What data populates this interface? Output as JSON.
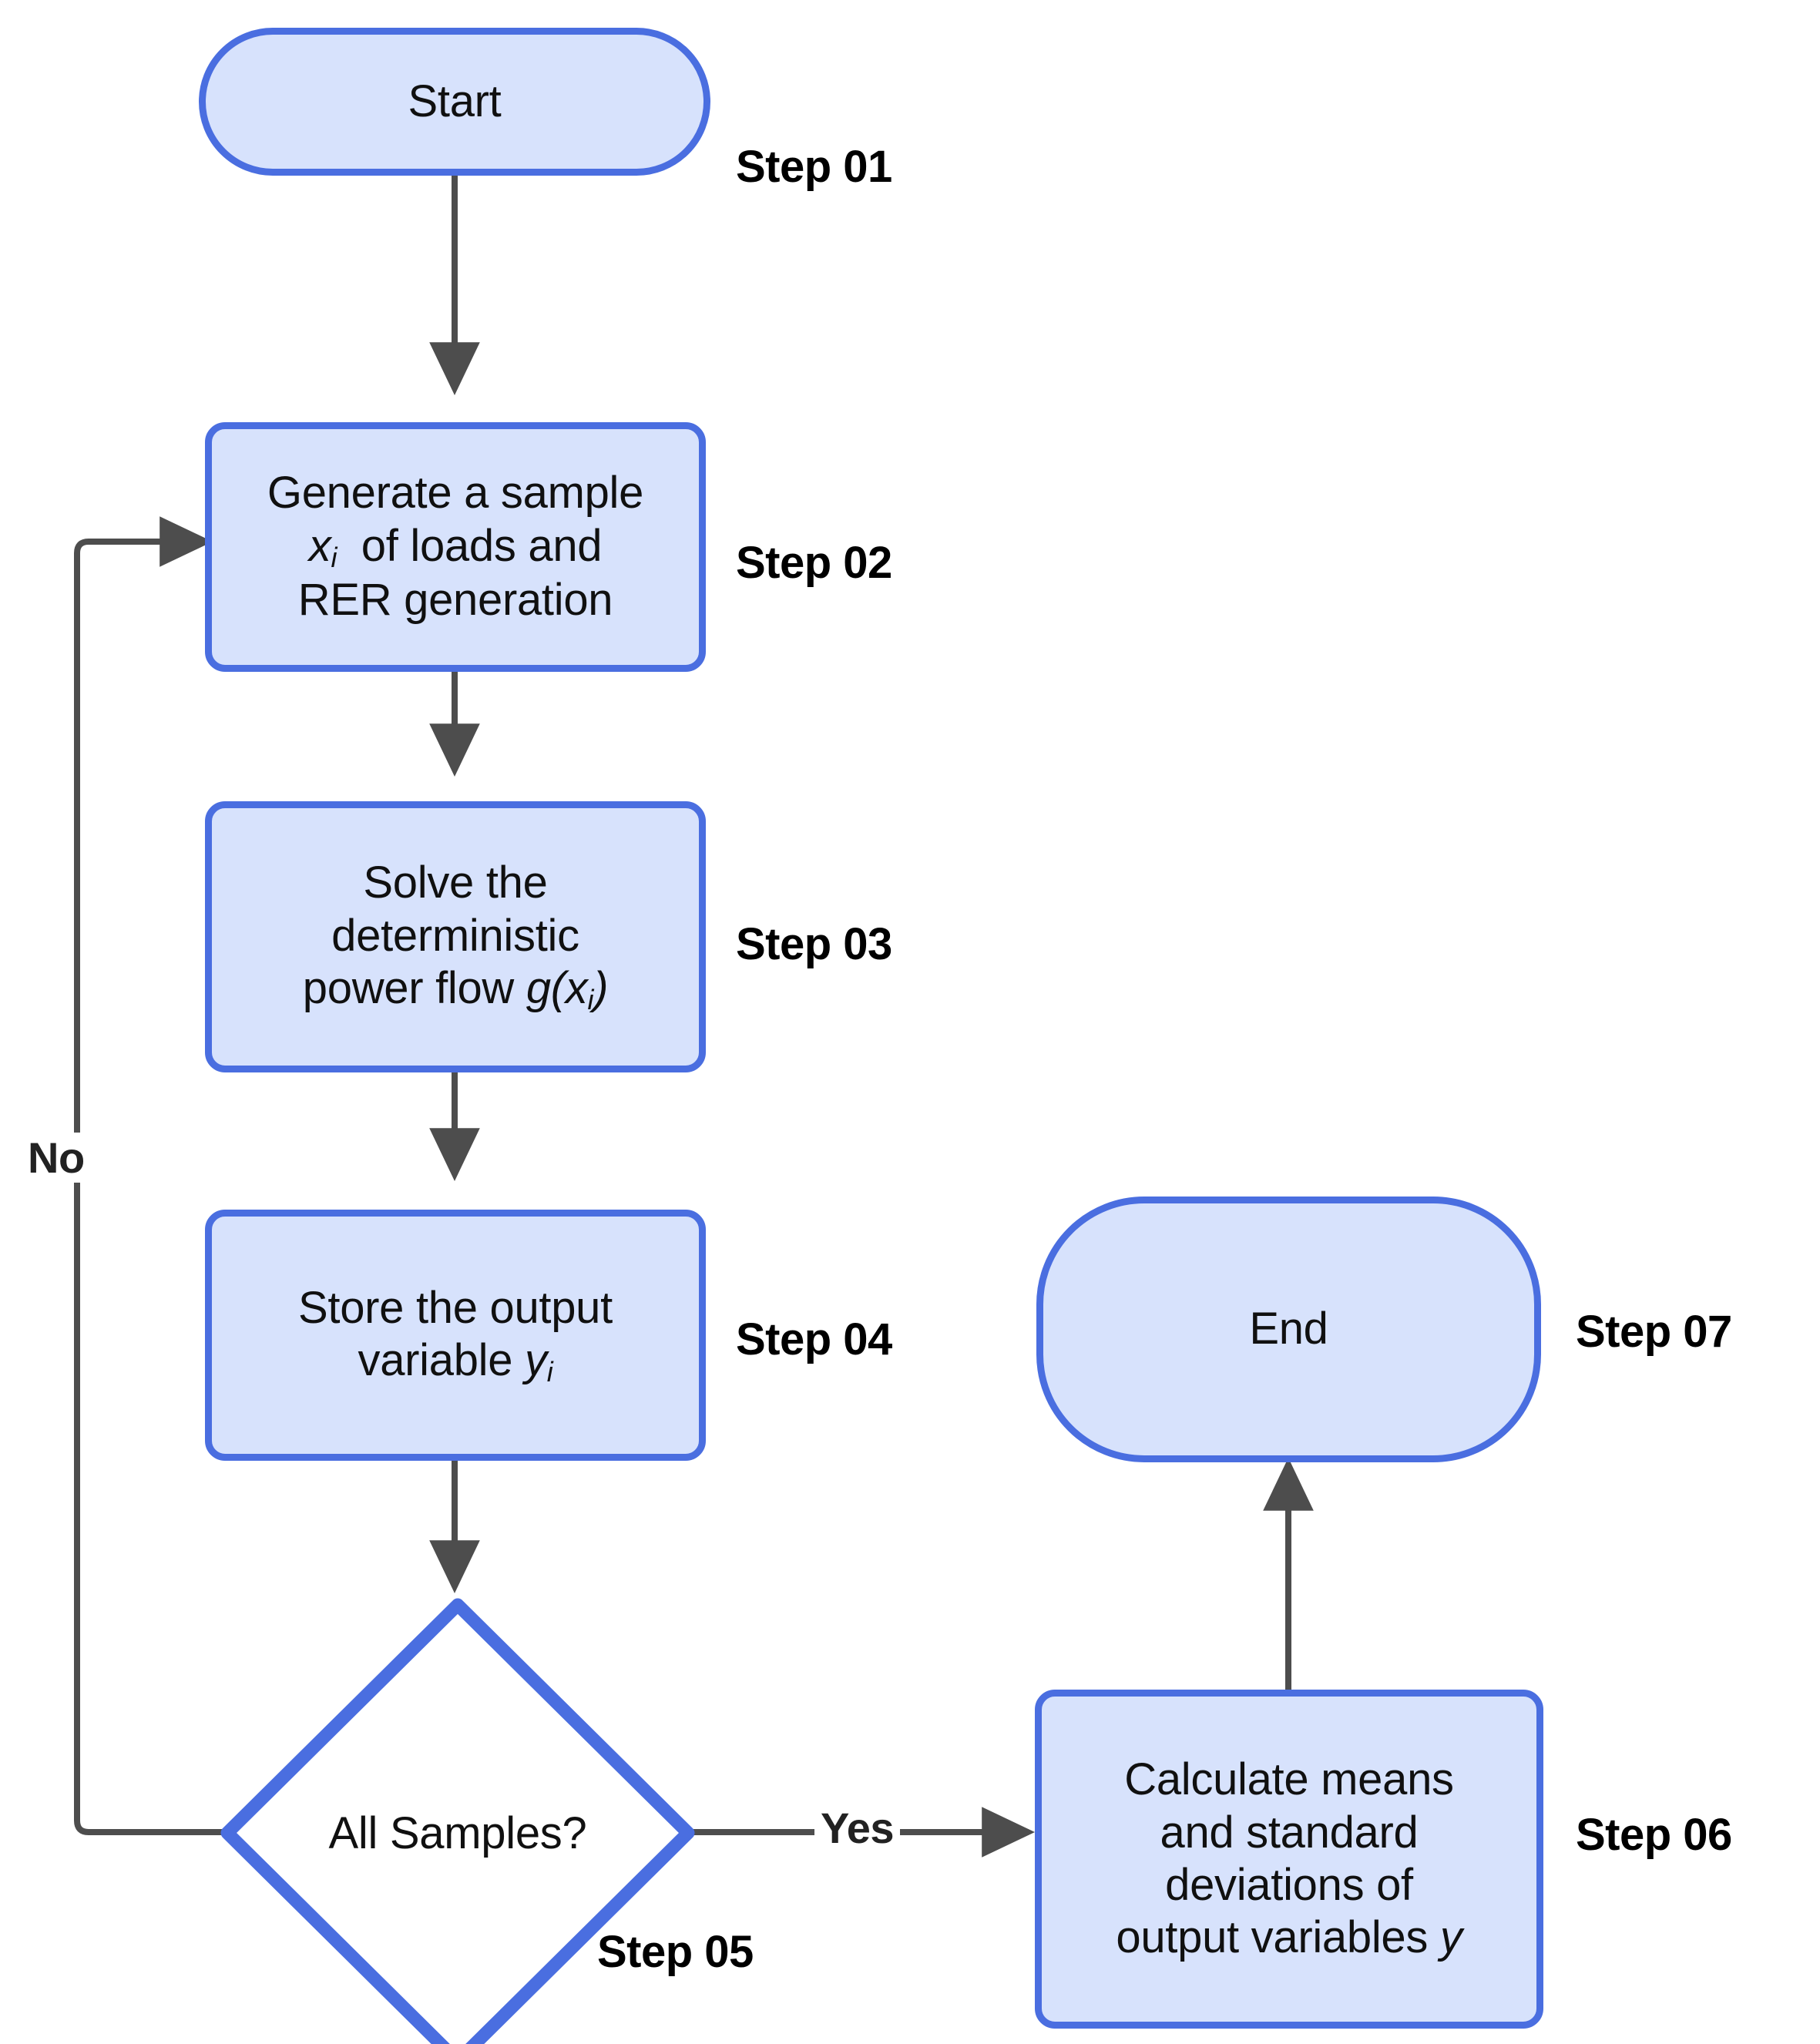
{
  "diagram": {
    "title": "Monte Carlo probabilistic power flow flowchart",
    "colors": {
      "node_fill": "#d7e2fc",
      "node_border": "#4a6ee0",
      "edge": "#4d4d4d",
      "text": "#101010",
      "step_tag_text": "#000000",
      "background": "#ffffff"
    },
    "nodes": [
      {
        "id": "start",
        "shape": "terminator",
        "text": "Start",
        "step_tag": "Step 01"
      },
      {
        "id": "generate-sample",
        "shape": "process",
        "text": "Generate a sample xᵢ of loads and RER generation",
        "text_lines": [
          "Generate a sample",
          "xᵢ  of loads and",
          "RER generation"
        ],
        "step_tag": "Step 02"
      },
      {
        "id": "solve-power-flow",
        "shape": "process",
        "text": "Solve the deterministic power flow g(xᵢ)",
        "text_lines": [
          "Solve the",
          "deterministic",
          "power flow g(xᵢ)"
        ],
        "step_tag": "Step 03"
      },
      {
        "id": "store-output",
        "shape": "process",
        "text": "Store the output variable yᵢ",
        "text_lines": [
          "Store the output",
          "variable yᵢ"
        ],
        "step_tag": "Step 04"
      },
      {
        "id": "all-samples-decision",
        "shape": "diamond",
        "text": "All Samples?",
        "step_tag": "Step 05"
      },
      {
        "id": "calculate-stats",
        "shape": "process",
        "text": "Calculate means and standard deviations of output variables y",
        "text_lines": [
          "Calculate means",
          "and standard",
          "deviations of",
          "output variables y"
        ],
        "step_tag": "Step 06"
      },
      {
        "id": "end",
        "shape": "terminator",
        "text": "End",
        "step_tag": "Step 07"
      }
    ],
    "edges": [
      {
        "from": "start",
        "to": "generate-sample",
        "label": ""
      },
      {
        "from": "generate-sample",
        "to": "solve-power-flow",
        "label": ""
      },
      {
        "from": "solve-power-flow",
        "to": "store-output",
        "label": ""
      },
      {
        "from": "store-output",
        "to": "all-samples-decision",
        "label": ""
      },
      {
        "from": "all-samples-decision",
        "to": "generate-sample",
        "label": "No"
      },
      {
        "from": "all-samples-decision",
        "to": "calculate-stats",
        "label": "Yes"
      },
      {
        "from": "calculate-stats",
        "to": "end",
        "label": ""
      }
    ],
    "edge_labels": {
      "no": "No",
      "yes": "Yes"
    }
  }
}
